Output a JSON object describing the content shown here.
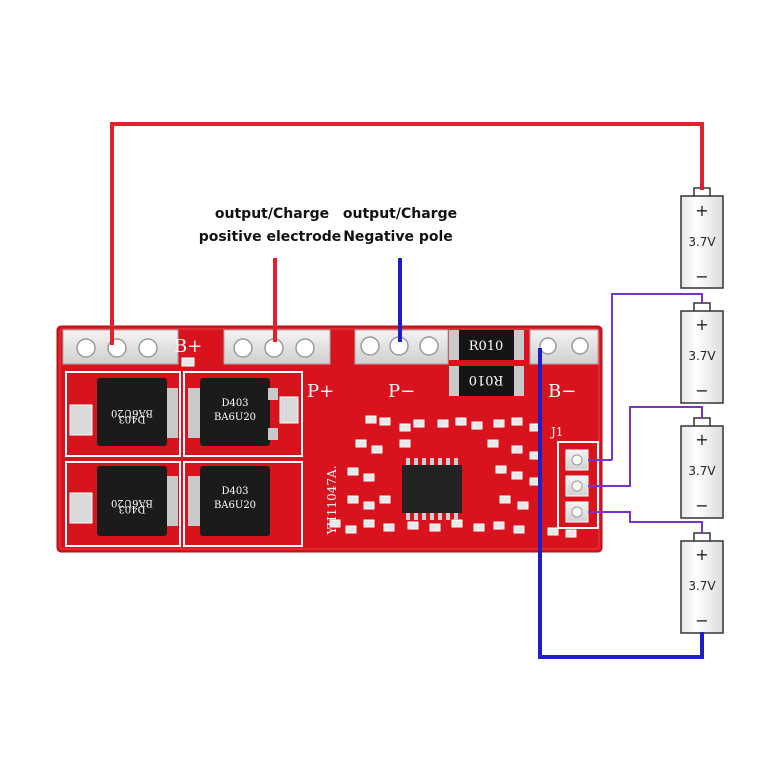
{
  "labels": {
    "pos_line1": "output/Charge",
    "pos_line2": "positive electrode",
    "neg_line1": "output/Charge",
    "neg_line2": "Negative pole"
  },
  "board": {
    "b_plus": "B+",
    "p_plus": "P+",
    "p_minus": "P−",
    "b_minus": "B−",
    "model": "YH11047A.",
    "connector": "J1",
    "resistor_code": "R010",
    "mosfet_line1": "D403",
    "mosfet_line2": "BA6U20"
  },
  "cells": [
    {
      "plus": "+",
      "voltage": "3.7V",
      "minus": "−"
    },
    {
      "plus": "+",
      "voltage": "3.7V",
      "minus": "−"
    },
    {
      "plus": "+",
      "voltage": "3.7V",
      "minus": "−"
    },
    {
      "plus": "+",
      "voltage": "3.7V",
      "minus": "−"
    }
  ],
  "colors": {
    "positive_wire": "#e3202c",
    "negative_wire": "#1e1ec8",
    "balance_wire": "#7a32c8",
    "pcb": "#d8131d"
  }
}
